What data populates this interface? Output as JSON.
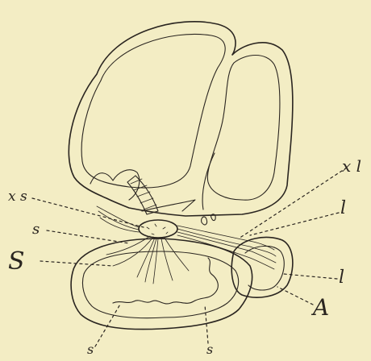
{
  "figure": {
    "labels": {
      "top_right": "x l",
      "upper_left": "x s",
      "left_small": "s",
      "left_large": "S",
      "right_upper": "l",
      "right_lower": "l",
      "right_big": "A",
      "bottom_left": "s",
      "bottom_right": "s"
    },
    "colors": {
      "ink": "#2a2520",
      "paper": "#f3edc4"
    }
  }
}
